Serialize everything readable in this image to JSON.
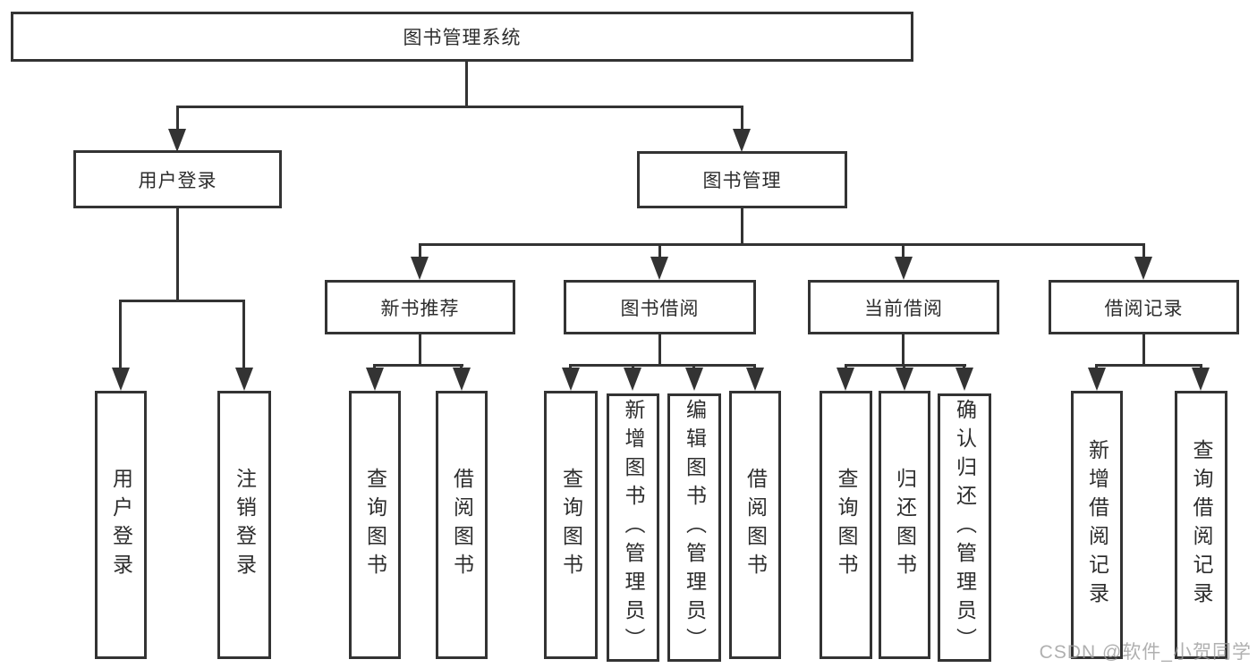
{
  "watermark": "CSDN @软件_小贺同学",
  "nodes": {
    "root": "图书管理系统",
    "user_login": "用户登录",
    "book_mgmt": "图书管理",
    "new_book_rec": "新书推荐",
    "book_borrowing": "图书借阅",
    "current_borrowing": "当前借阅",
    "borrowing_records": "借阅记录",
    "login": "用户登录",
    "logout": "注销登录",
    "nb_query_books": "查询图书",
    "nb_borrow_books": "借阅图书",
    "bb_query_books": "查询图书",
    "bb_add_books": "新增图书（管理员）",
    "bb_edit_books": "编辑图书（管理员）",
    "bb_borrow_books": "借阅图书",
    "cb_query_books": "查询图书",
    "cb_return_books": "归还图书",
    "cb_confirm_return": "确认归还（管理员）",
    "br_add_record": "新增借阅记录",
    "br_query_record": "查询借阅记录"
  }
}
